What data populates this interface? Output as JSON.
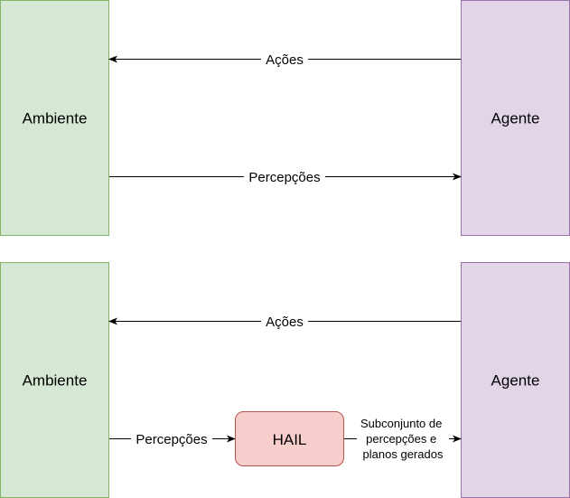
{
  "colors": {
    "ambiente_fill": "#d5e8d4",
    "ambiente_stroke": "#82b366",
    "agente_fill": "#e1d5e7",
    "agente_stroke": "#9673a6",
    "hail_fill": "#f8cecc",
    "hail_stroke": "#b85450",
    "arrow": "#000000"
  },
  "top": {
    "ambiente_label": "Ambiente",
    "agente_label": "Agente",
    "acoes_label": "Ações",
    "percepcoes_label": "Percepções"
  },
  "bottom": {
    "ambiente_label": "Ambiente",
    "agente_label": "Agente",
    "acoes_label": "Ações",
    "percepcoes_label": "Percepções",
    "hail_label": "HAIL",
    "subset_lines": [
      "Subconjunto de",
      "percepções e",
      "planos gerados"
    ]
  }
}
